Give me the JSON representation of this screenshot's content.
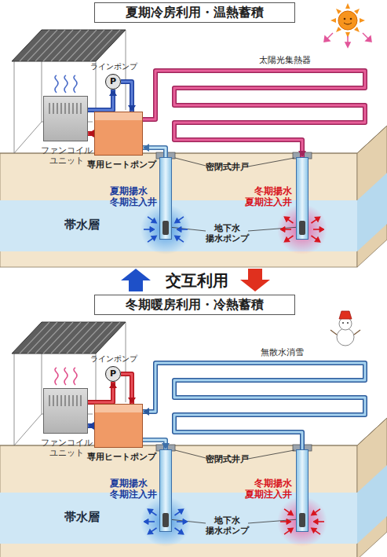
{
  "diagram": {
    "nodes": [
      {
        "text": [
          "夏期冷房利用・温熱蓄積"
        ]
      },
      {
        "text": [
          "ファンコイル ユニット"
        ]
      },
      {
        "text": [
          "ラインポンプ",
          "P"
        ]
      },
      {
        "text": [
          "専用ヒートポンプ"
        ]
      },
      {
        "text": [
          "夏期揚水 冬期注入井"
        ]
      },
      {
        "text": [
          "冬期揚水 夏期注入井"
        ]
      },
      {
        "text": [
          "帯水層"
        ]
      },
      {
        "text": [
          "冬期暖房利用・冷熱蓄積"
        ]
      },
      {
        "text": [
          "ファンコイル ユニット"
        ]
      },
      {
        "text": [
          "ラインポンプ",
          "P"
        ]
      },
      {
        "text": [
          "専用ヒートポンプ"
        ]
      },
      {
        "text": [
          "夏期揚水 冬期注入井"
        ]
      },
      {
        "text": [
          "冬期揚水 夏期注入井"
        ]
      },
      {
        "text": [
          "帯水層"
        ]
      }
    ],
    "edges": [
      {
        "from": 1,
        "to": 2,
        "arrow": "to"
      },
      {
        "from": 2,
        "to": 3,
        "arrow": "to"
      },
      {
        "from": 3,
        "to": 1,
        "arrow": "to"
      },
      {
        "from": 4,
        "to": 3,
        "arrow": "to"
      },
      {
        "from": 3,
        "to": 5,
        "arrow": "to"
      },
      {
        "from": 8,
        "to": 9,
        "arrow": "to"
      },
      {
        "from": 9,
        "to": 10,
        "arrow": "to"
      },
      {
        "from": 10,
        "to": 8,
        "arrow": "to"
      },
      {
        "from": 10,
        "to": 11,
        "arrow": "to"
      },
      {
        "from": 12,
        "to": 10,
        "arrow": "to"
      }
    ],
    "labels": [
      "太陽光集熱器",
      "密閉式井戸",
      "地下水 揚水ポンプ",
      "交互利用",
      "無散水消雪",
      "密閉式井戸",
      "地下水 揚水ポンプ"
    ]
  }
}
